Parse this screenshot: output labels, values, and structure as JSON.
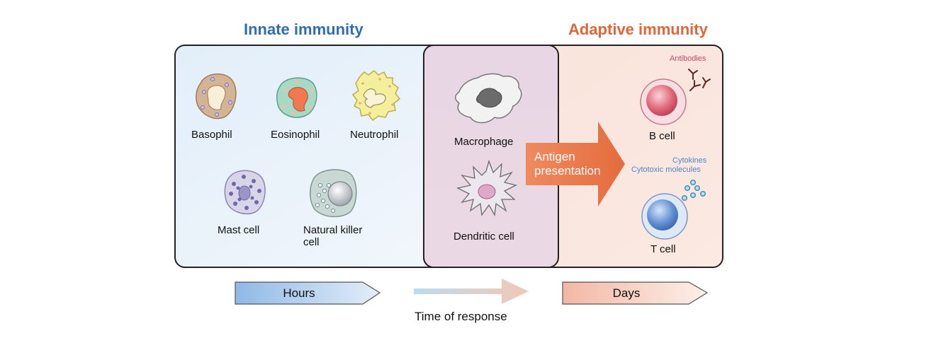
{
  "headings": {
    "innate": "Innate immunity",
    "adaptive": "Adaptive immunity"
  },
  "cells": {
    "basophil": "Basophil",
    "eosinophil": "Eosinophil",
    "neutrophil": "Neutrophil",
    "mast_cell": "Mast cell",
    "nk_cell_line1": "Natural killer",
    "nk_cell_line2": "cell",
    "macrophage": "Macrophage",
    "dendritic_cell": "Dendritic cell",
    "b_cell": "B cell",
    "t_cell": "T cell"
  },
  "molecules": {
    "antibodies": "Antibodies",
    "cytokines": "Cytokines",
    "cytotoxic": "Cytotoxic molecules"
  },
  "antigen_arrow": {
    "line1": "Antigen",
    "line2": "presentation"
  },
  "timeline": {
    "hours": "Hours",
    "days": "Days",
    "caption": "Time of response"
  },
  "colors": {
    "innate_blue": "#2e6db4",
    "adaptive_orange": "#e0663a",
    "antibody_pink": "#d0446e",
    "cytokine_blue": "#4d86c8"
  }
}
